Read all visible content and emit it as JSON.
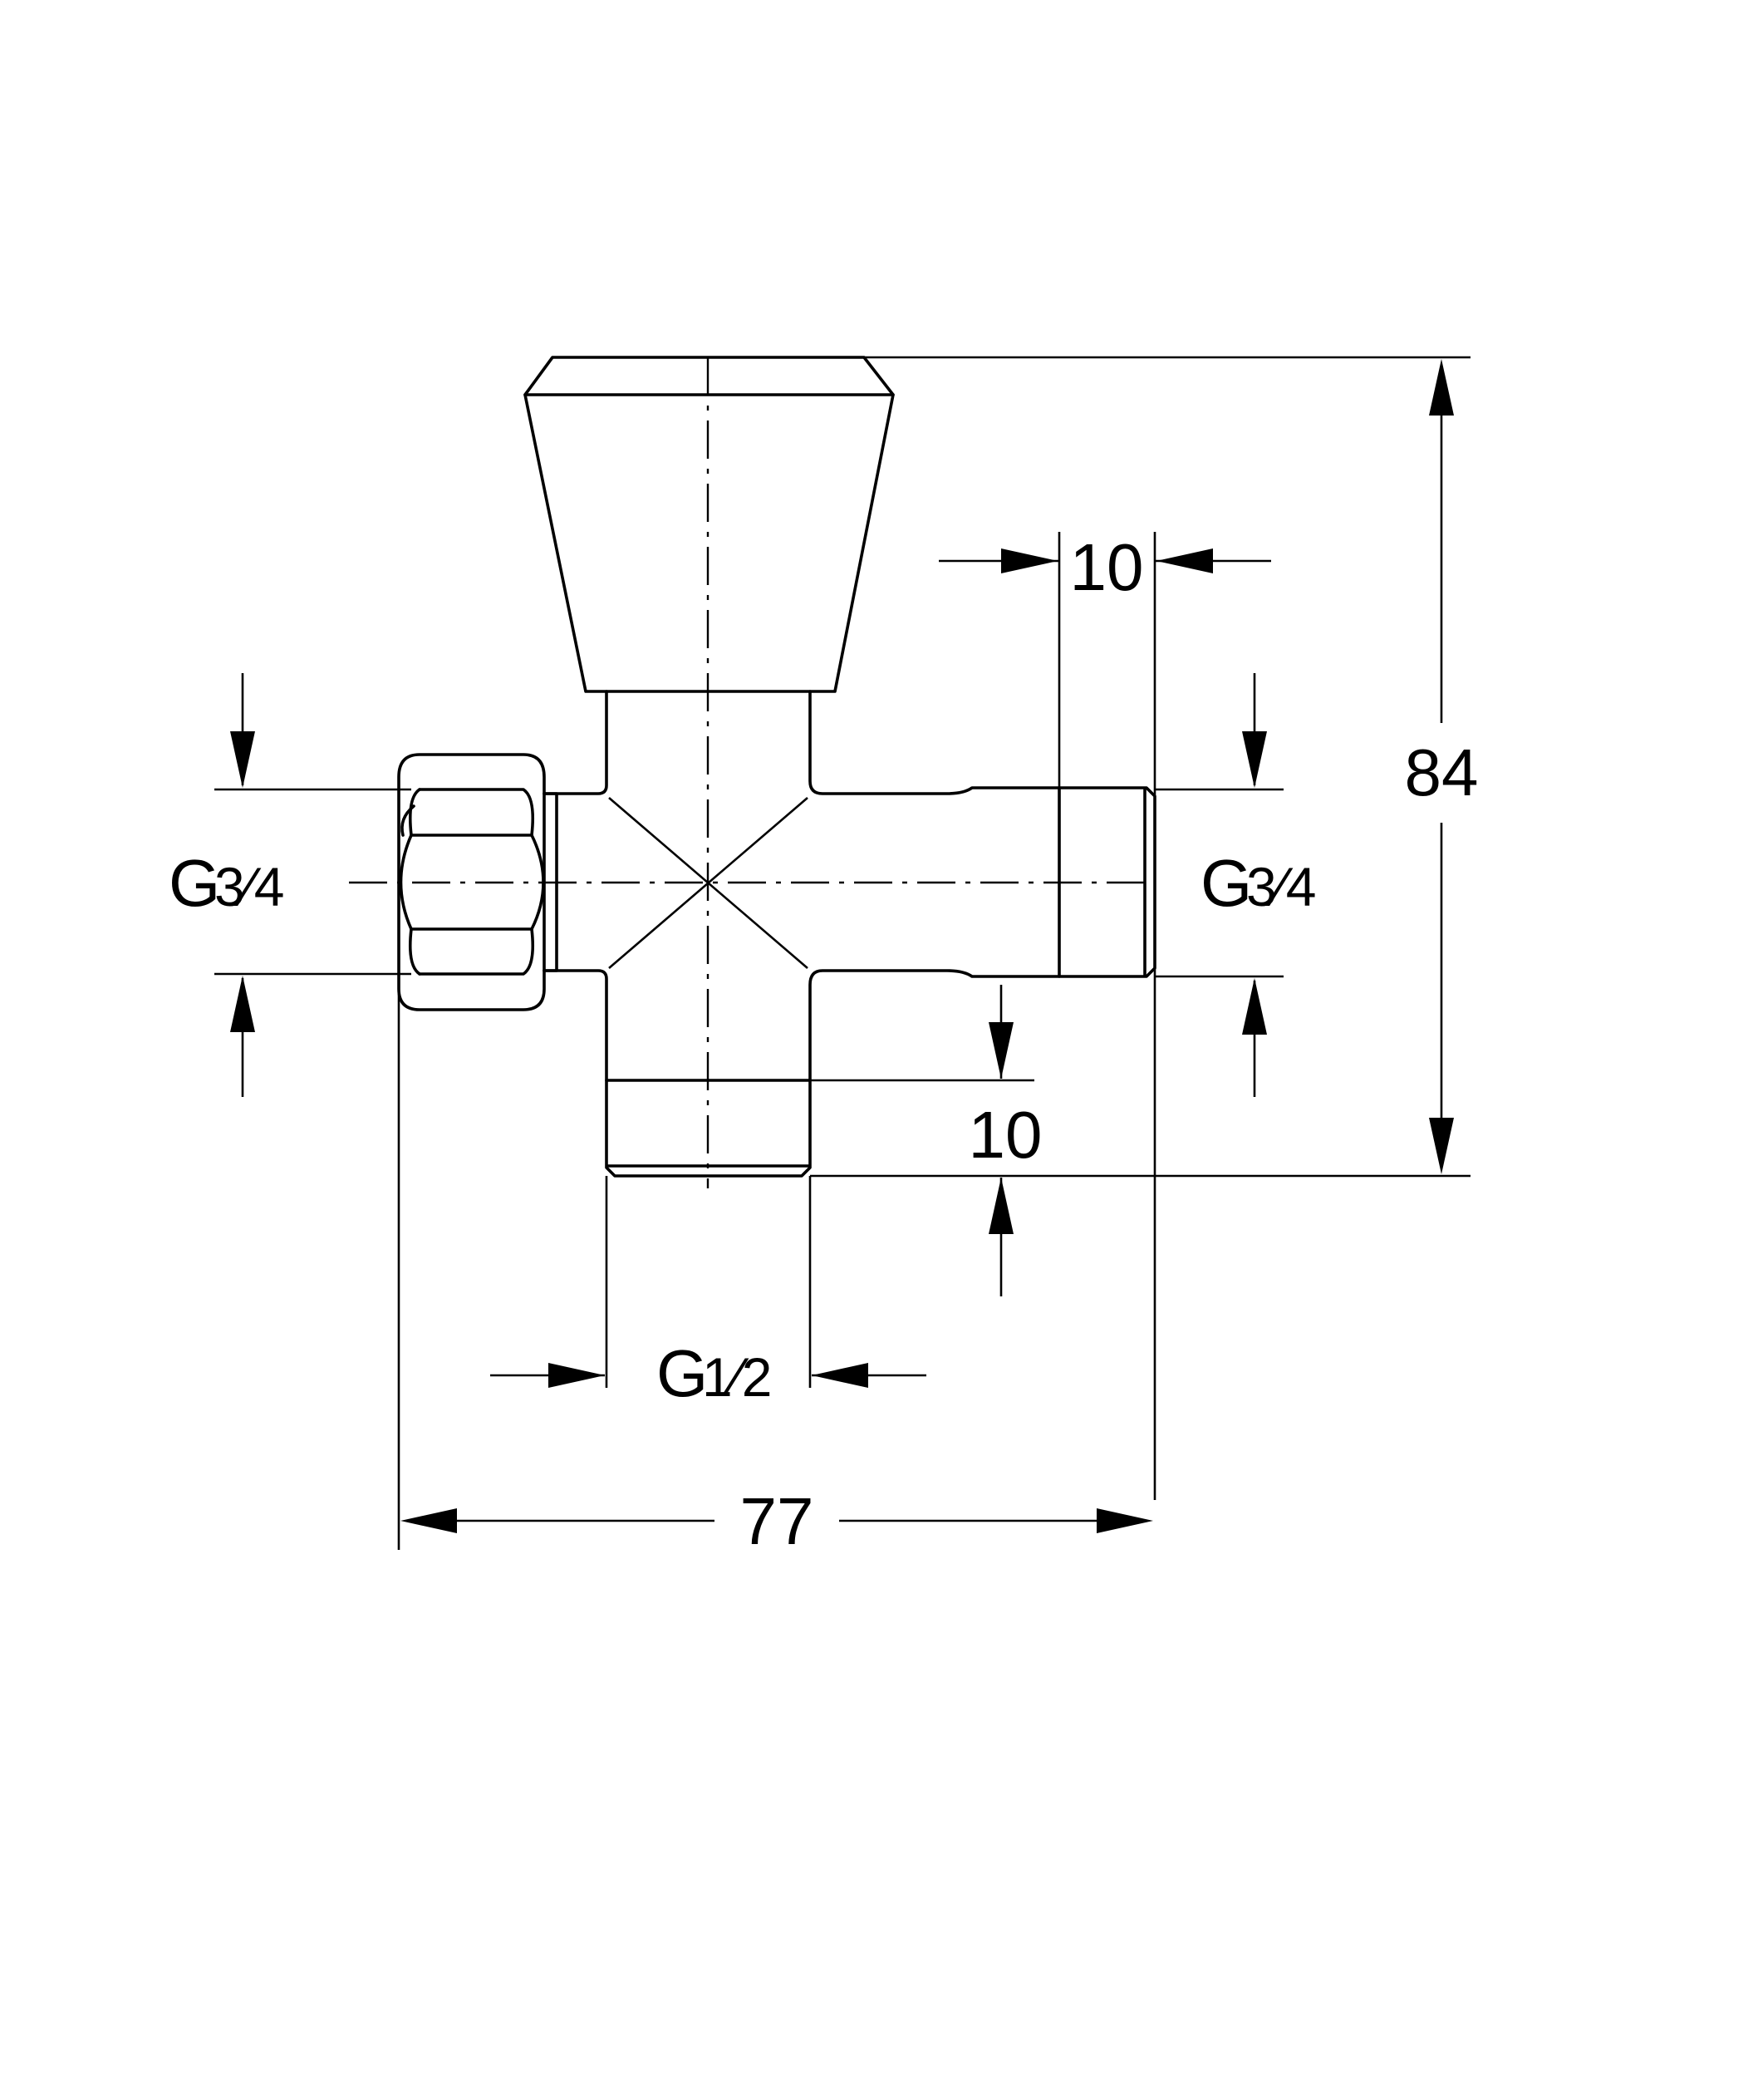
{
  "dimensions": {
    "handle_height_total": "84",
    "overall_width": "77",
    "right_thread_length": "10",
    "bottom_thread_length": "10"
  },
  "threads": {
    "left": {
      "prefix": "G",
      "fraction": "3⁄4"
    },
    "right": {
      "prefix": "G",
      "fraction": "3⁄4"
    },
    "bottom": {
      "prefix": "G",
      "fraction": "1⁄2"
    }
  }
}
